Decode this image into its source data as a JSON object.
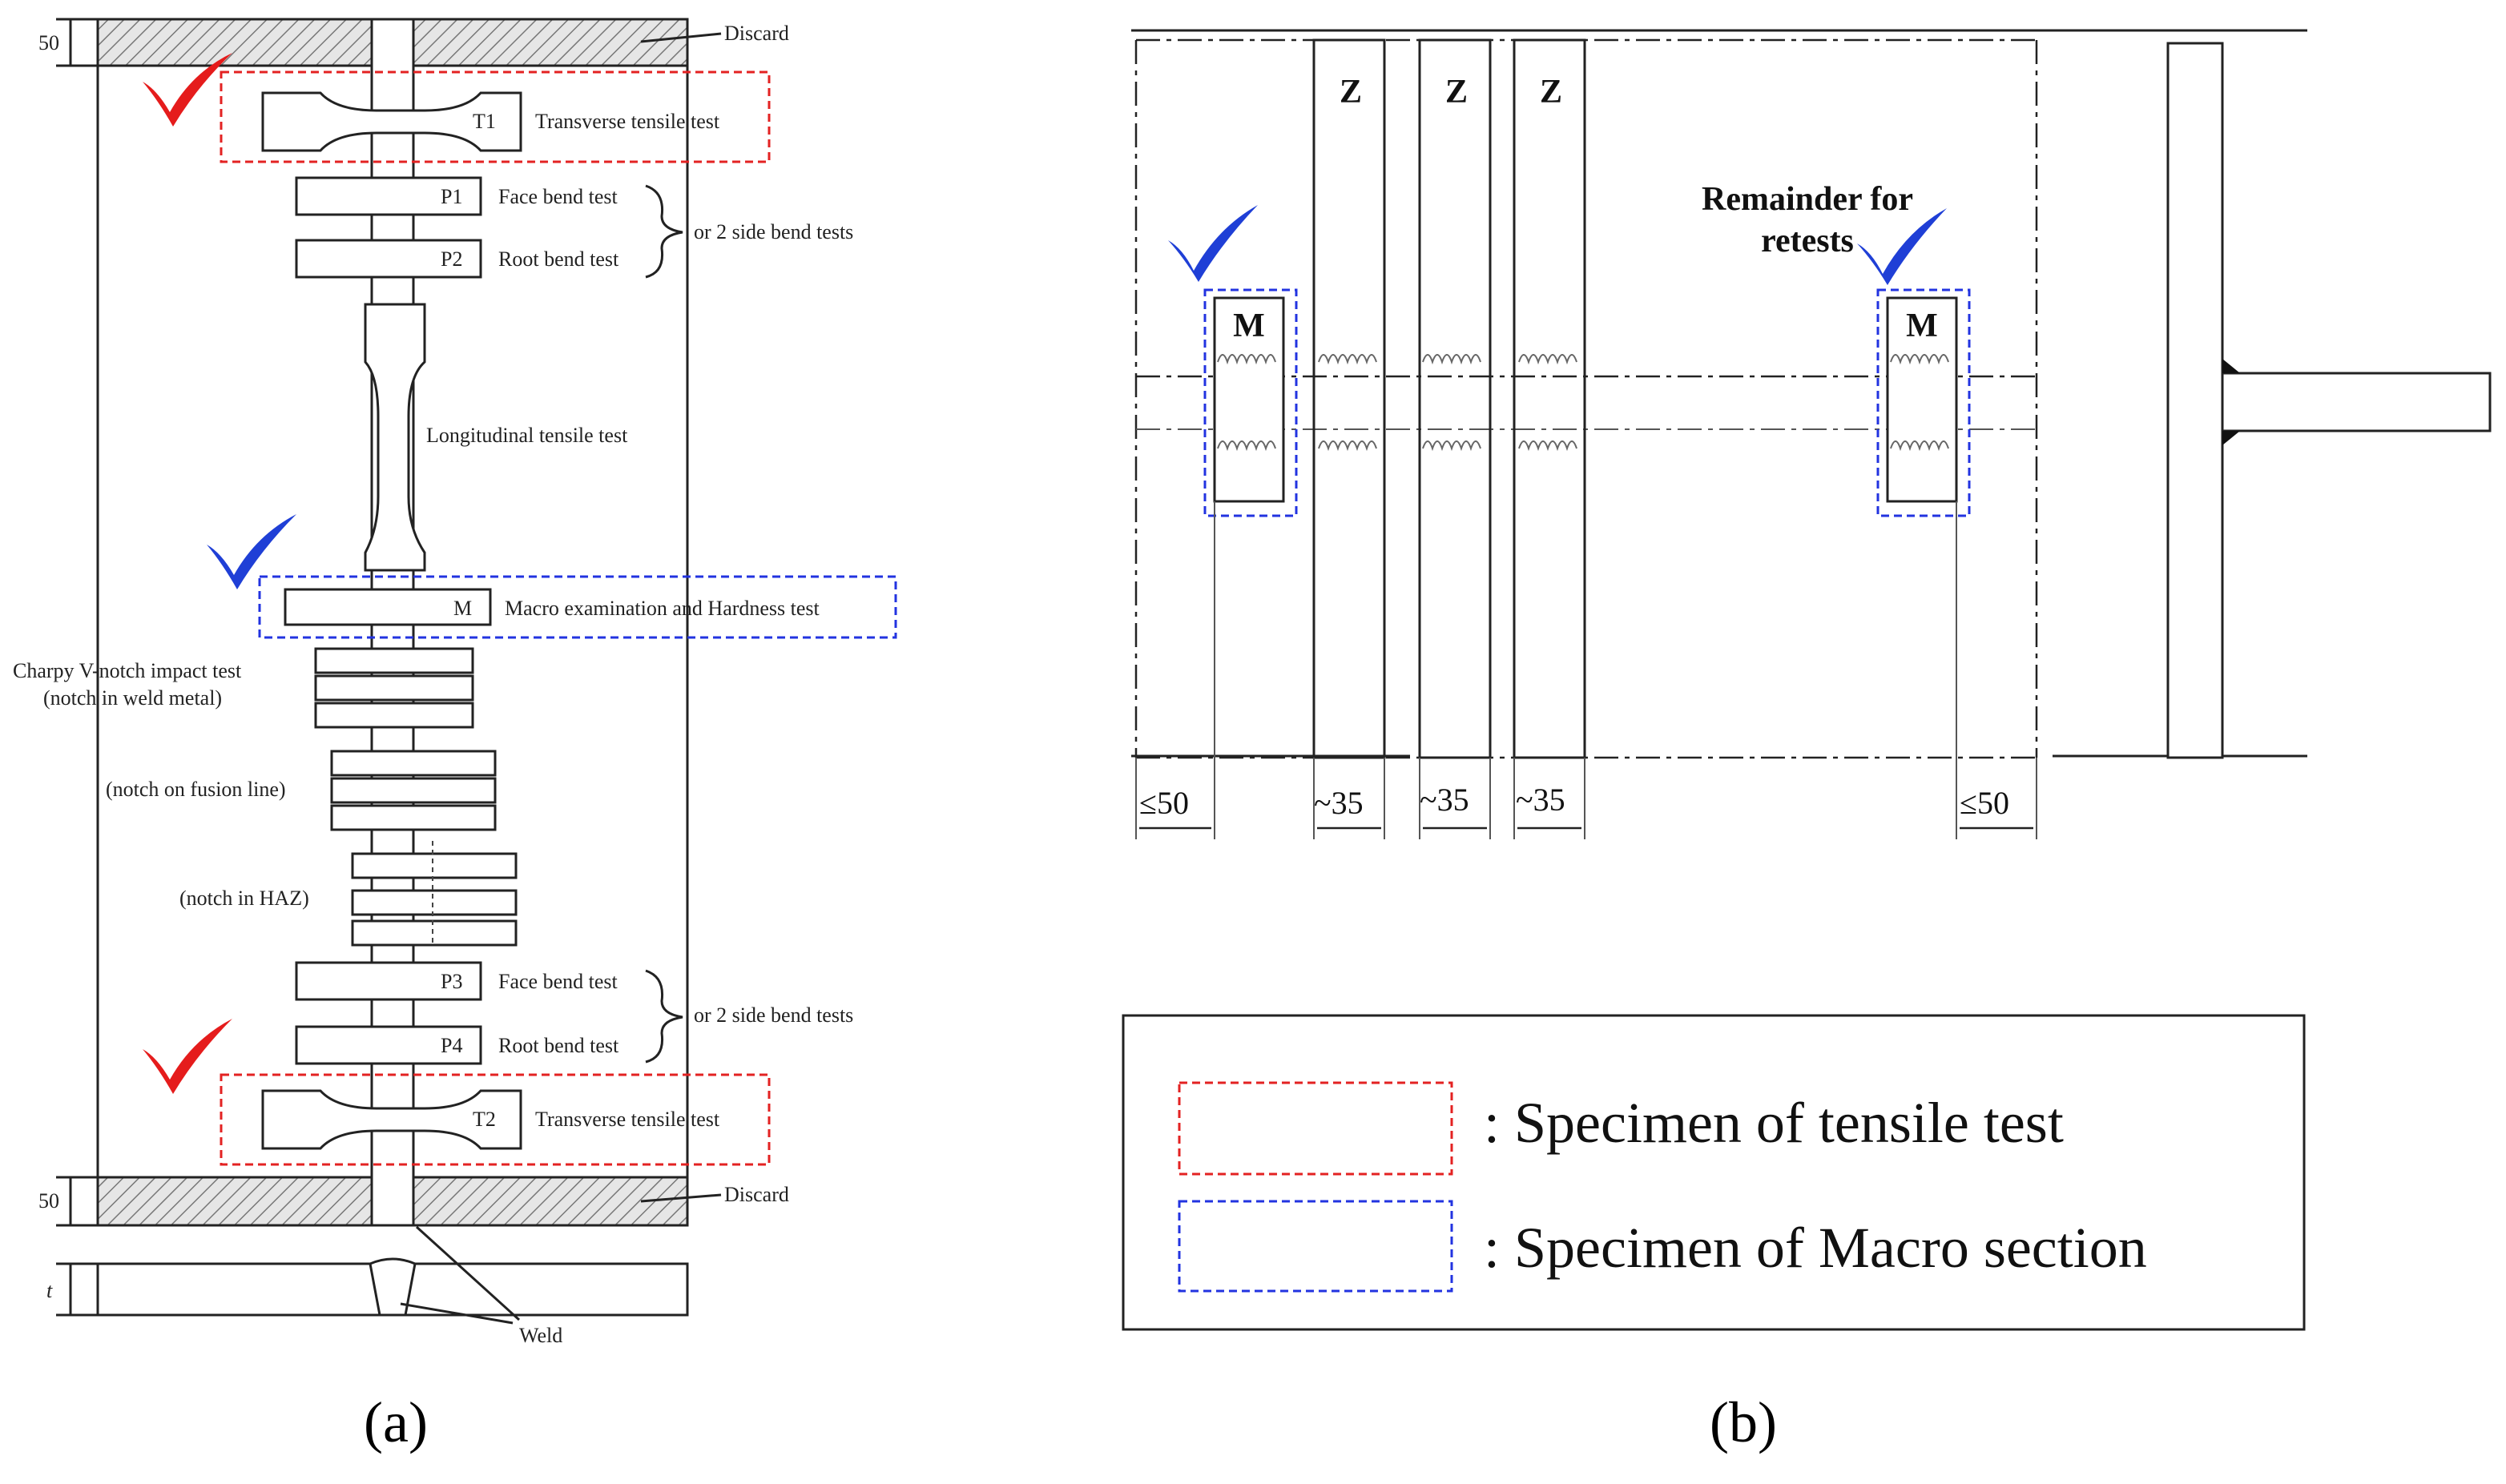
{
  "panel_a": {
    "dim_top": "50",
    "dim_bottom": "50",
    "dim_thickness": "t",
    "discard_top": "Discard",
    "discard_bottom": "Discard",
    "t1_code": "T1",
    "t1_label": "Transverse tensile test",
    "p1_code": "P1",
    "p1_label": "Face bend test",
    "p2_code": "P2",
    "p2_label": "Root bend test",
    "or_side_bend_1": "or 2 side bend tests",
    "longitudinal_label": "Longitudinal tensile test",
    "m_code": "M",
    "m_label": "Macro examination and Hardness test",
    "charpy_line1": "Charpy V-notch impact test",
    "charpy_line2": "(notch in weld metal)",
    "notch_fusion": "(notch on fusion line)",
    "notch_haz": "(notch in HAZ)",
    "p3_code": "P3",
    "p3_label": "Face bend test",
    "p4_code": "P4",
    "p4_label": "Root bend test",
    "or_side_bend_2": "or 2 side bend tests",
    "t2_code": "T2",
    "t2_label": "Transverse tensile test",
    "weld_label": "Weld",
    "caption": "(a)"
  },
  "panel_b": {
    "z_labels": [
      "Z",
      "Z",
      "Z"
    ],
    "m_left": "M",
    "m_right": "M",
    "remainder_line1": "Remainder for",
    "remainder_line2": "retests",
    "dims": [
      "≤50",
      "~35",
      "~35",
      "~35",
      "≤50"
    ],
    "caption": "(b)"
  },
  "legend": {
    "tensile_label": ": Specimen  of tensile test",
    "macro_label": ": Specimen  of Macro section"
  },
  "colors": {
    "tensile": "#e32222",
    "macro": "#2233e0",
    "check_red": "#e51c1c",
    "check_blue": "#1f3fd6"
  },
  "icons": [
    "red-check-icon",
    "blue-check-icon"
  ]
}
